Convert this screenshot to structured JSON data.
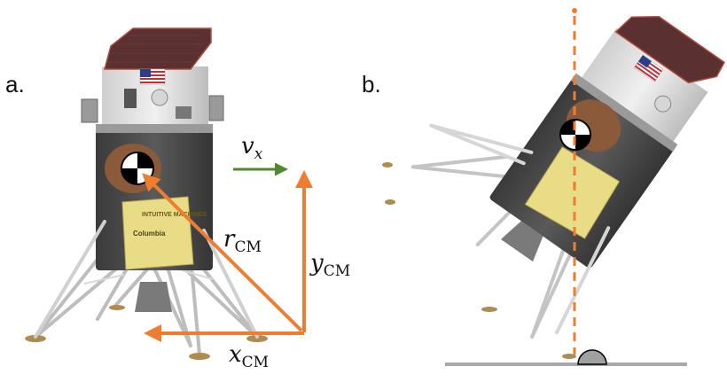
{
  "panels": {
    "a": {
      "label": "a."
    },
    "b": {
      "label": "b."
    }
  },
  "lander": {
    "brand": "INTUITIVE MACHINES",
    "partner": "Columbia"
  },
  "annotations": {
    "vx": {
      "symbol": "v",
      "subscript": "x"
    },
    "rcm": {
      "symbol": "r",
      "subscript": "CM"
    },
    "ycm": {
      "symbol": "y",
      "subscript": "CM"
    },
    "xcm": {
      "symbol": "x",
      "subscript": "CM"
    }
  },
  "colors": {
    "orange": "#ee7d31",
    "green": "#4f8a2e",
    "body_dark": "#4a4a4a",
    "panel_gold": "#e9dc86",
    "solar": "#5a3030",
    "ground": "#a8a8a8",
    "pivot": "#999999"
  },
  "icons": {
    "cm_marker": "center-of-mass-icon",
    "flag": "us-flag-icon"
  }
}
